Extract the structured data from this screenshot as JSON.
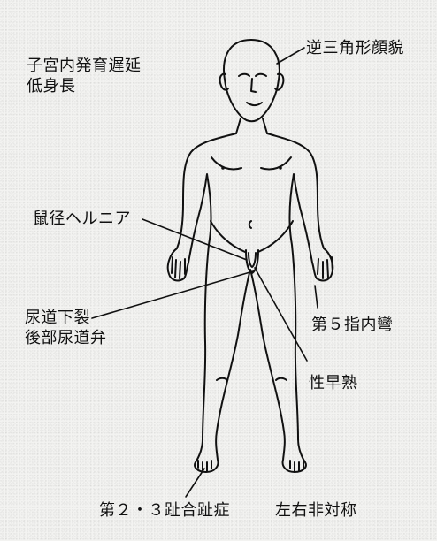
{
  "labels": {
    "top_left_1": "子宮内発育遅延",
    "top_left_2": "低身長",
    "face_shape": "逆三角形顔貌",
    "inguinal_hernia": "鼠径ヘルニア",
    "hypospadias_1": "尿道下裂",
    "hypospadias_2": "後部尿道弁",
    "fifth_finger": "第５指内彎",
    "precocious_puberty": "性早熟",
    "syndactyly": "第２・３趾合趾症",
    "asymmetry": "左右非対称"
  }
}
